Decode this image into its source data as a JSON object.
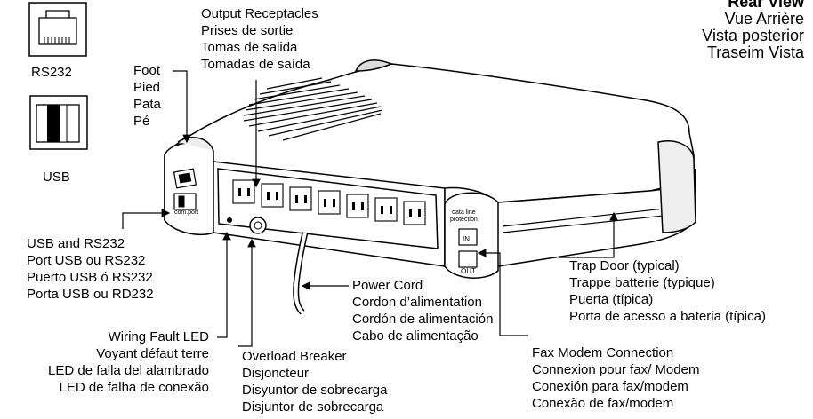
{
  "title_lines": [
    "Rear View",
    "Vue Arrière",
    "Vista posterior",
    "Traseim Vista"
  ],
  "connectors": {
    "rs232_label": "RS232",
    "usb_label": "USB"
  },
  "device_markings": {
    "com_port": "com.port",
    "data_line_protection": [
      "data line",
      "protection"
    ],
    "in": "IN",
    "out": "OUT"
  },
  "callouts": {
    "output_receptacles": [
      "Output Receptacles",
      "Prises de sortie",
      "Tomas de salida",
      "Tomadas de saída"
    ],
    "foot": [
      "Foot",
      "Pied",
      "Pata",
      "Pé"
    ],
    "usb_rs232_port": [
      "USB and RS232",
      "Port USB ou RS232",
      "Puerto USB ó RS232",
      "Porta USB ou RD232"
    ],
    "wiring_fault_led": [
      "Wiring Fault LED",
      "Voyant défaut terre",
      "LED de falla del alambrado",
      "LED de falha de conexão"
    ],
    "overload_breaker": [
      "Overload Breaker",
      "Disjoncteur",
      "Disyuntor de sobrecarga",
      "Disjuntor de sobrecarga"
    ],
    "power_cord": [
      "Power Cord",
      "Cordon d’alimentation",
      "Cordón de alimentación",
      "Cabo de alimentação"
    ],
    "trap_door": [
      "Trap Door (typical)",
      "Trappe batterie (typique)",
      "Puerta (típica)",
      "Porta de acesso a bateria (típica)"
    ],
    "fax_modem": [
      "Fax Modem Connection",
      "Connexion pour fax/ Modem",
      "Conexión para fax/modem",
      "Conexão de fax/modem"
    ]
  }
}
